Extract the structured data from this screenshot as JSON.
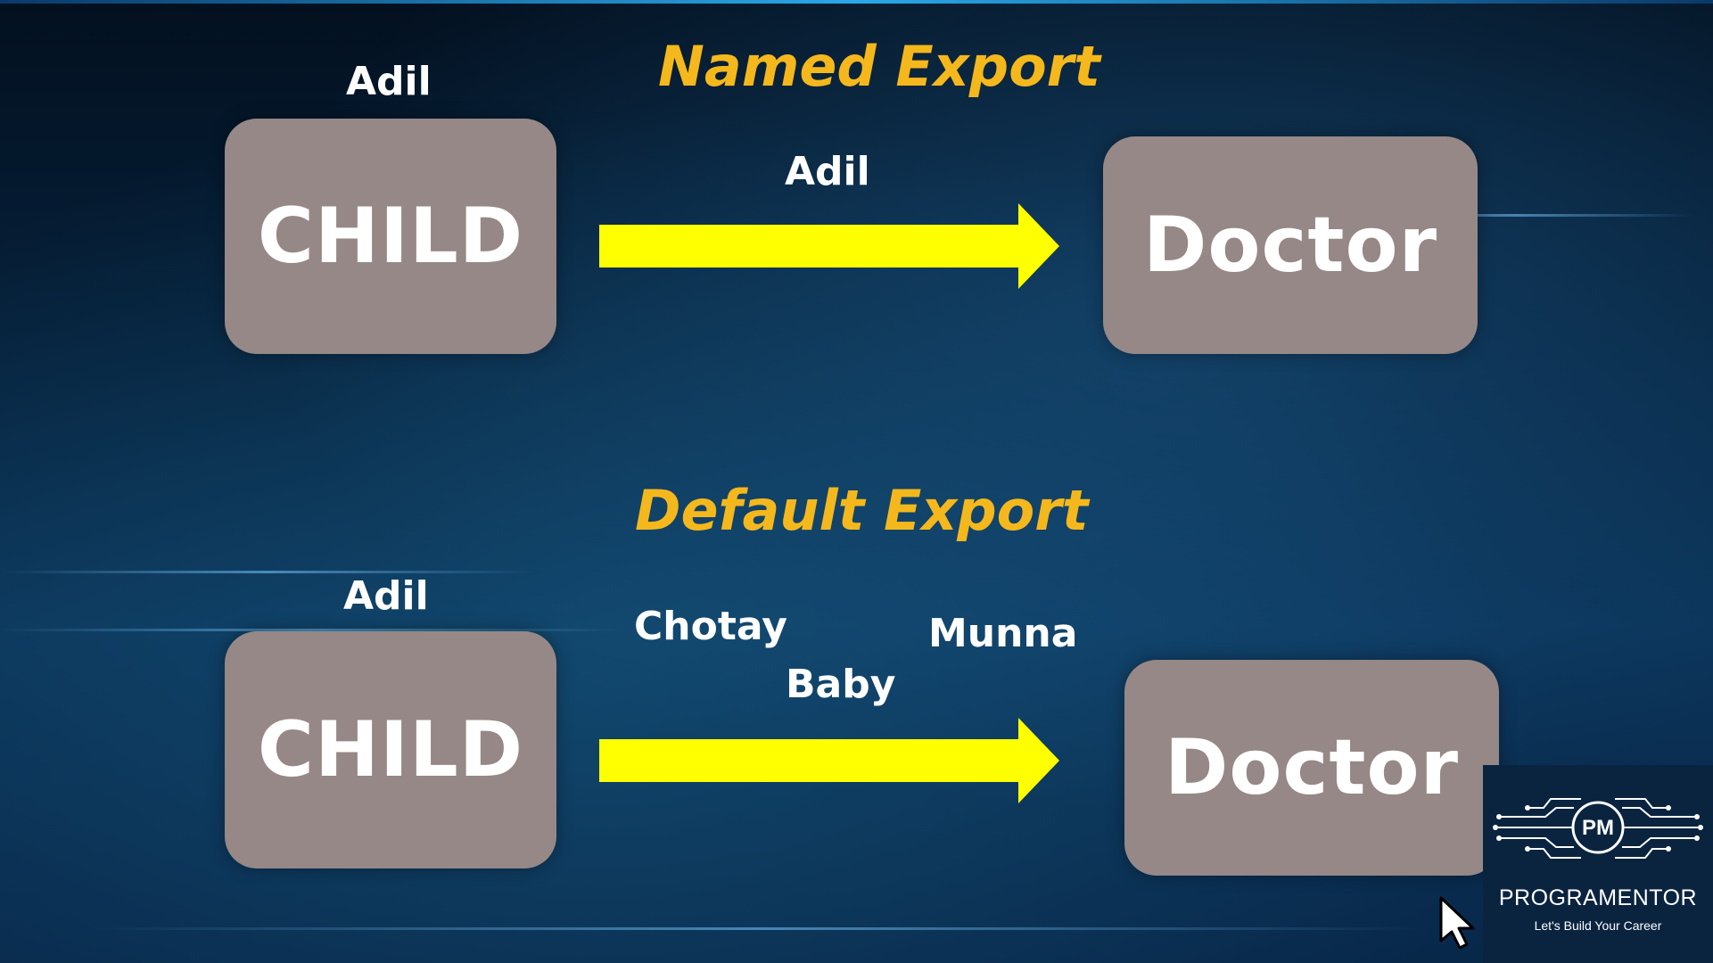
{
  "named": {
    "title": "Named Export",
    "source_label": "Adil",
    "arrow_label": "Adil",
    "from_box": "CHILD",
    "to_box": "Doctor"
  },
  "default": {
    "title": "Default Export",
    "source_label": "Adil",
    "alias_labels": [
      "Chotay",
      "Baby",
      "Munna"
    ],
    "from_box": "CHILD",
    "to_box": "Doctor"
  },
  "brand": {
    "logo_letters": "PM",
    "name": "PROGRAMENTOR",
    "tagline": "Let's Build Your Career"
  },
  "colors": {
    "title": "#f5b81c",
    "arrow": "#ffff00",
    "box": "#958886"
  }
}
